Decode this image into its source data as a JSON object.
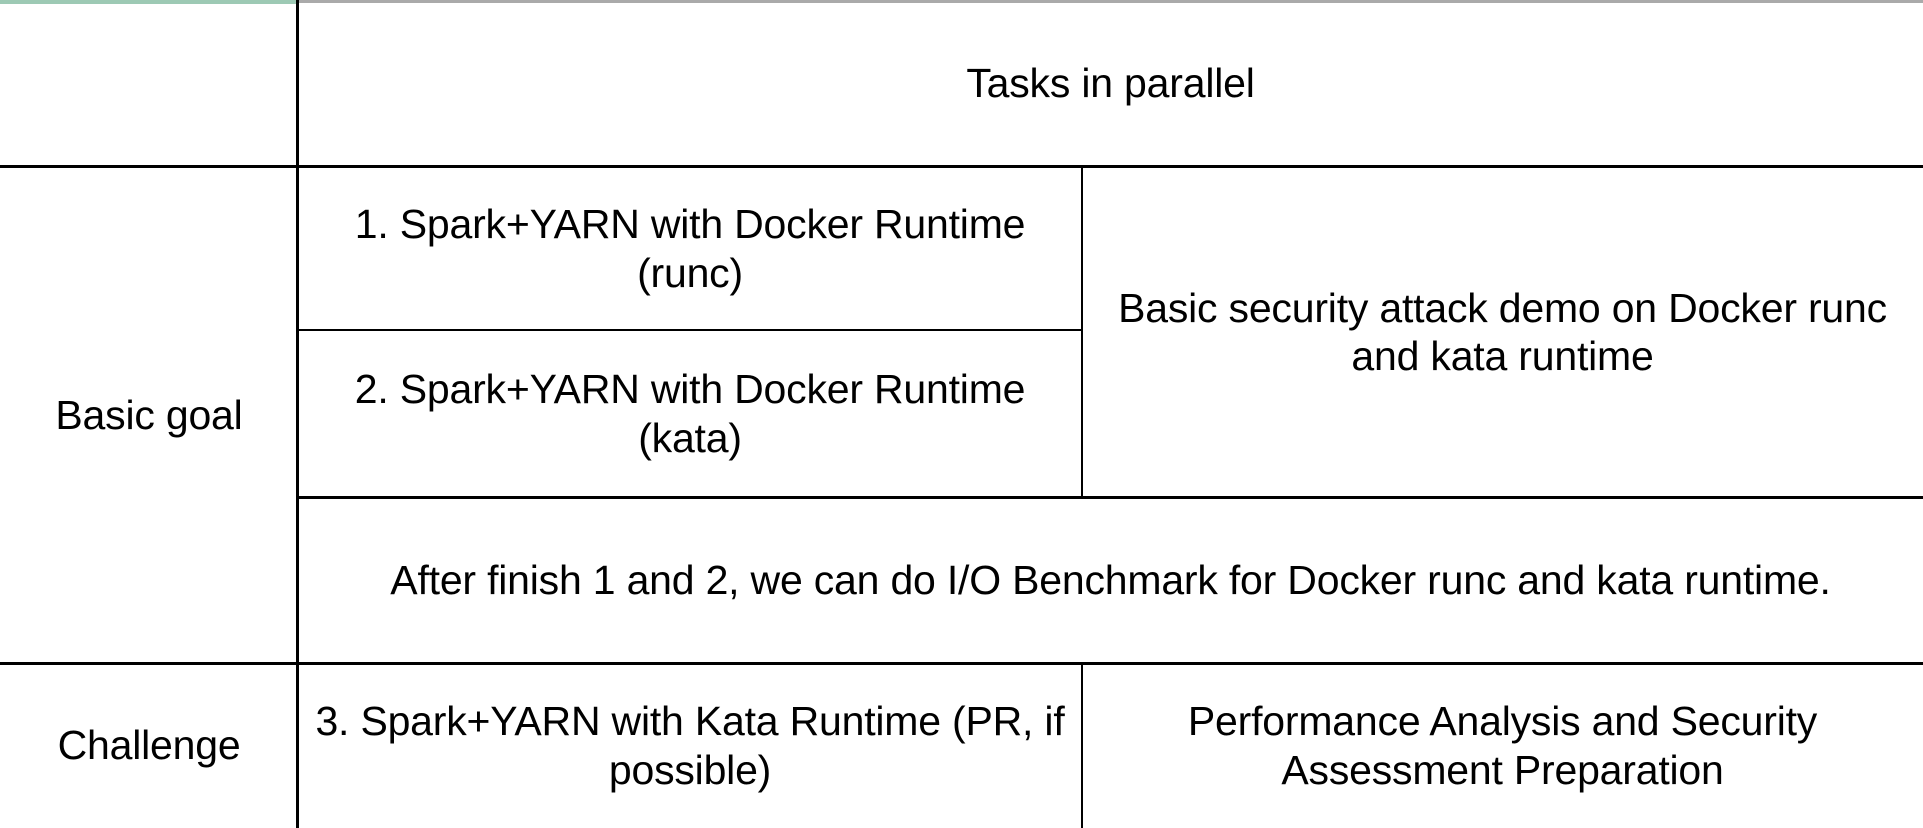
{
  "table": {
    "header": {
      "corner_label": "",
      "title": "Tasks in parallel"
    },
    "row_labels": {
      "basic_goal": "Basic goal",
      "challenge": "Challenge"
    },
    "cells": {
      "task_1": "1. Spark+YARN with Docker Runtime (runc)",
      "task_2": "2. Spark+YARN with Docker Runtime (kata)",
      "security_demo": "Basic security attack demo on Docker runc and kata runtime",
      "io_benchmark": "After finish 1 and 2, we can do I/O Benchmark for Docker runc and kata runtime.",
      "task_3": "3. Spark+YARN with Kata Runtime (PR, if possible)",
      "performance_analysis": "Performance Analysis and Security Assessment Preparation"
    }
  },
  "colors": {
    "border": "#000000",
    "top_accent_green": "#9dc9b4",
    "top_accent_gray": "#aaaaaa",
    "text": "#000000",
    "background": "#ffffff"
  }
}
